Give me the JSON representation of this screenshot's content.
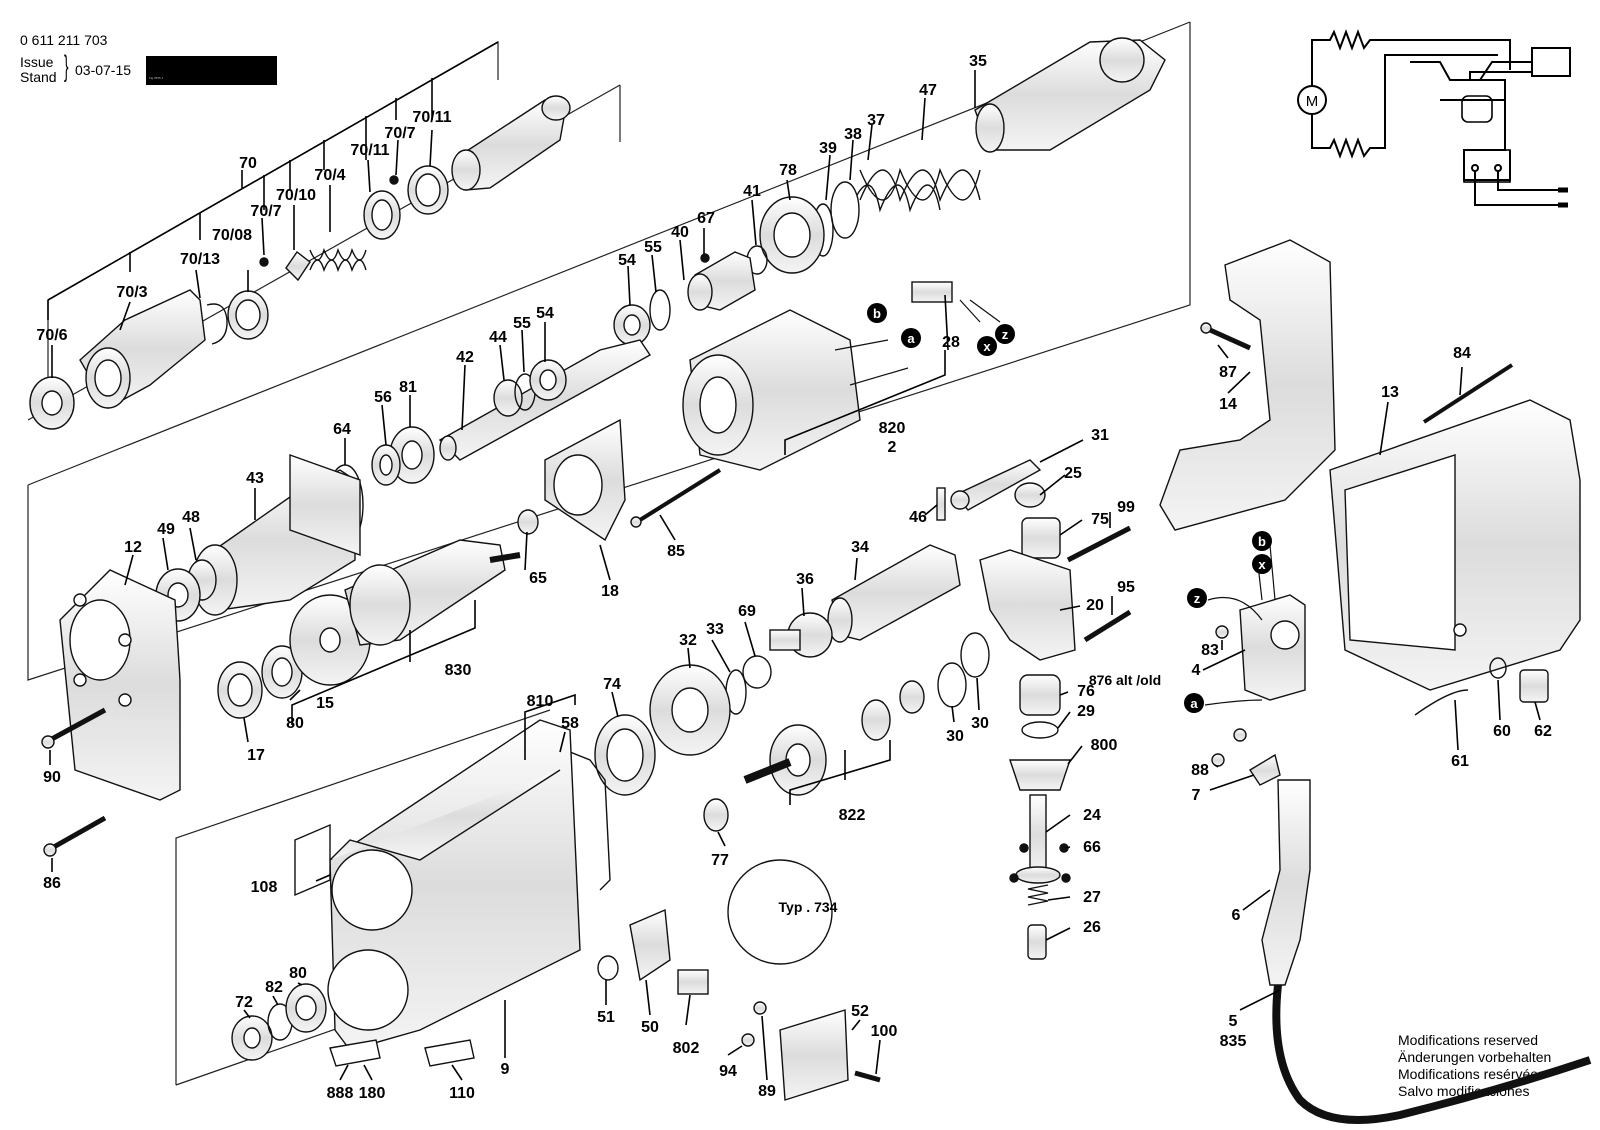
{
  "header": {
    "part_number": "0 611 211 703",
    "issue_label": "Issue",
    "stand_label": "Stand",
    "date": "03-07-15"
  },
  "modifications": [
    "Modifications reserved",
    "Änderungen vorbehalten",
    "Modifications resérvées",
    "Salvo modificaciones"
  ],
  "wire_letters": [
    "a",
    "b",
    "x",
    "z"
  ],
  "motor_symbol": "M",
  "typ_label": "Typ . 734",
  "alt_label": "876 alt /old",
  "part_labels": [
    "70/6",
    "70/3",
    "70/13",
    "70/08",
    "70/7",
    "70/10",
    "70",
    "70/4",
    "70/11",
    "70/7",
    "70/11",
    "35",
    "47",
    "37",
    "38",
    "39",
    "78",
    "41",
    "67",
    "40",
    "55",
    "54",
    "28",
    "820",
    "2",
    "42",
    "44",
    "55",
    "54",
    "56",
    "81",
    "64",
    "43",
    "49",
    "48",
    "12",
    "65",
    "18",
    "85",
    "830",
    "15",
    "80",
    "17",
    "90",
    "86",
    "31",
    "25",
    "46",
    "75",
    "99",
    "34",
    "36",
    "69",
    "33",
    "32",
    "74",
    "810",
    "58",
    "20",
    "95",
    "76",
    "29",
    "800",
    "24",
    "66",
    "27",
    "26",
    "822",
    "77",
    "30",
    "30",
    "108",
    "72",
    "82",
    "80",
    "888",
    "180",
    "110",
    "9",
    "51",
    "50",
    "802",
    "94",
    "89",
    "52",
    "100",
    "87",
    "14",
    "84",
    "13",
    "83",
    "4",
    "88",
    "7",
    "61",
    "60",
    "62",
    "6",
    "5",
    "835"
  ]
}
